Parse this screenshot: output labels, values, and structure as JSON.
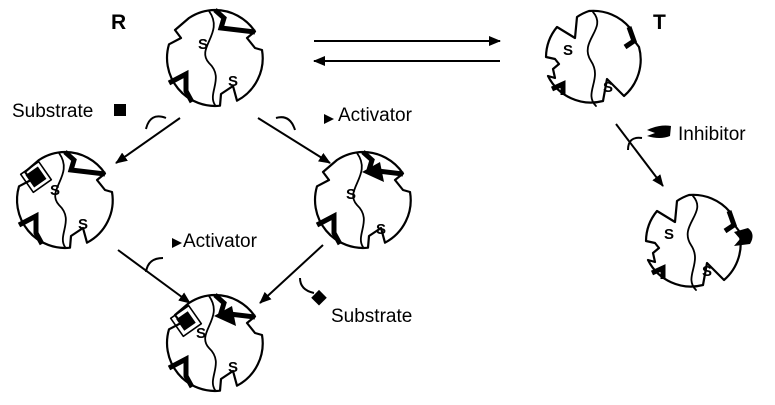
{
  "states": {
    "relaxed": "R",
    "tense": "T"
  },
  "site_label": "S",
  "labels": {
    "substrate_left": "Substrate",
    "activator_top": "Activator",
    "inhibitor": "Inhibitor",
    "activator_mid": "Activator",
    "substrate_right": "Substrate"
  }
}
